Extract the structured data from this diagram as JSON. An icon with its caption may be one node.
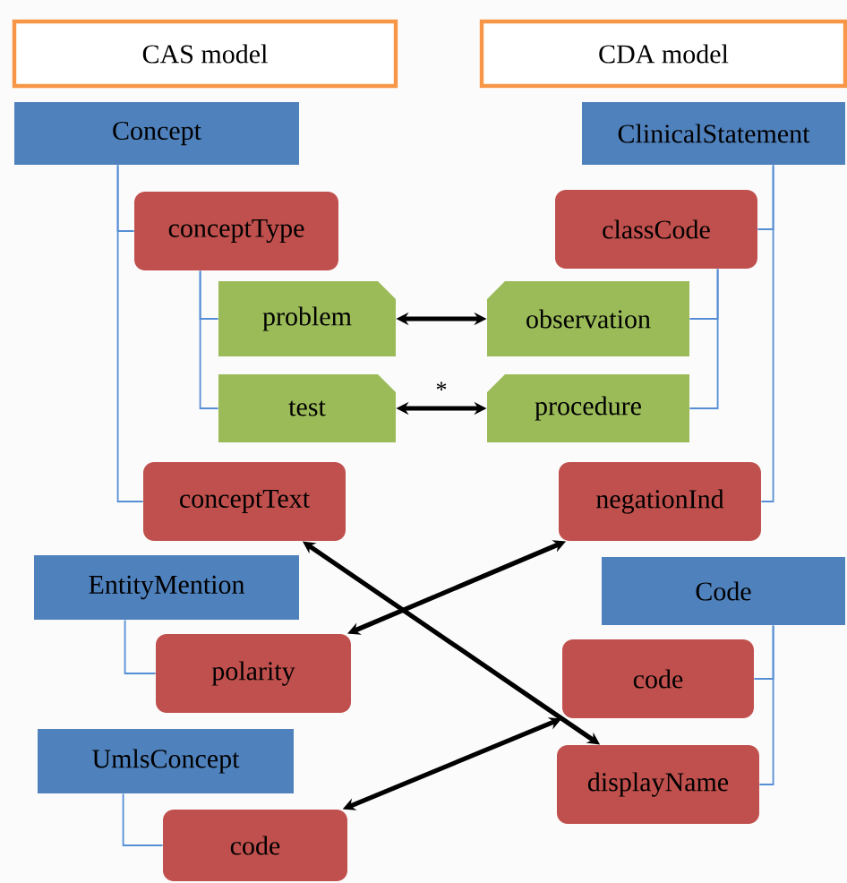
{
  "diagram": {
    "nodes": [
      {
        "text": [
          "CAS model"
        ]
      },
      {
        "text": [
          "CDA model"
        ]
      },
      {
        "text": [
          "Concept"
        ]
      },
      {
        "text": [
          "conceptType"
        ]
      },
      {
        "text": [
          "problem"
        ]
      },
      {
        "text": [
          "test"
        ]
      },
      {
        "text": [
          "conceptText"
        ]
      },
      {
        "text": [
          "ClinicalStatement"
        ]
      },
      {
        "text": [
          "classCode"
        ]
      },
      {
        "text": [
          "observation"
        ]
      },
      {
        "text": [
          "procedure"
        ]
      },
      {
        "text": [
          "negationInd"
        ]
      },
      {
        "text": [
          "EntityMention"
        ]
      },
      {
        "text": [
          "polarity"
        ]
      },
      {
        "text": [
          "Code"
        ]
      },
      {
        "text": [
          "code"
        ]
      },
      {
        "text": [
          "displayName"
        ]
      },
      {
        "text": [
          "UmlsConcept"
        ]
      },
      {
        "text": [
          "code"
        ]
      }
    ],
    "edges": [
      {
        "from": 2,
        "to": 3,
        "arrow": "none"
      },
      {
        "from": 2,
        "to": 6,
        "arrow": "none"
      },
      {
        "from": 3,
        "to": 4,
        "arrow": "none"
      },
      {
        "from": 3,
        "to": 5,
        "arrow": "none"
      },
      {
        "from": 7,
        "to": 8,
        "arrow": "none"
      },
      {
        "from": 7,
        "to": 11,
        "arrow": "none"
      },
      {
        "from": 8,
        "to": 9,
        "arrow": "none"
      },
      {
        "from": 8,
        "to": 10,
        "arrow": "none"
      },
      {
        "from": 12,
        "to": 13,
        "arrow": "none"
      },
      {
        "from": 14,
        "to": 15,
        "arrow": "none"
      },
      {
        "from": 14,
        "to": 16,
        "arrow": "none"
      },
      {
        "from": 17,
        "to": 18,
        "arrow": "none"
      },
      {
        "from": 4,
        "to": 9,
        "arrow": "both",
        "style": "thick",
        "color": "#000000"
      },
      {
        "from": 5,
        "to": 10,
        "arrow": "both",
        "label": "*",
        "style": "thick",
        "color": "#000000"
      },
      {
        "from": 6,
        "to": 16,
        "arrow": "both",
        "style": "thick",
        "color": "#000000"
      },
      {
        "from": 13,
        "to": 11,
        "arrow": "both",
        "style": "thick",
        "color": "#000000"
      },
      {
        "from": 18,
        "to": 15,
        "arrow": "both",
        "style": "thick",
        "color": "#000000"
      }
    ]
  }
}
